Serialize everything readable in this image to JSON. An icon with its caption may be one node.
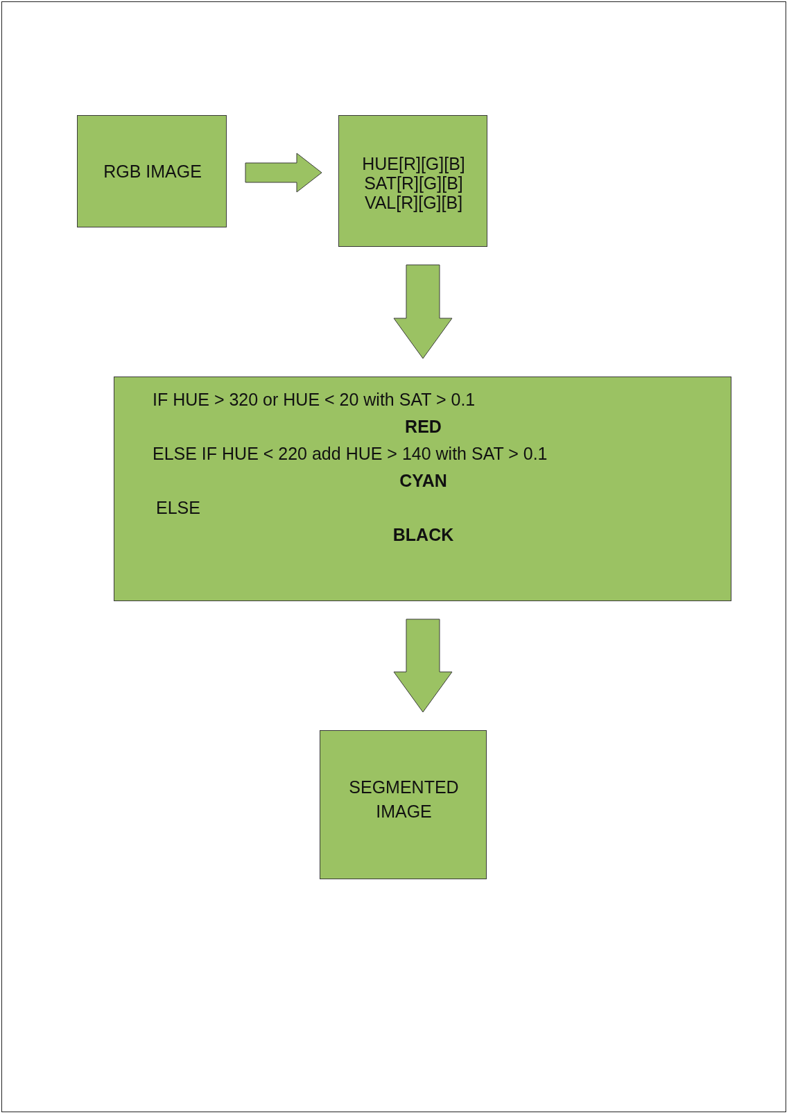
{
  "diagram": {
    "nodes": [
      {
        "text": [
          "RGB IMAGE"
        ]
      },
      {
        "text": [
          "HUE[R][G][B]",
          "SAT[R][G][B]",
          "VAL[R][G][B]"
        ]
      },
      {
        "text": [
          "IF HUE > 320 or HUE < 20 with SAT > 0.1",
          "RED",
          "ELSE IF HUE < 220 add HUE > 140 with SAT > 0.1",
          "CYAN",
          "ELSE",
          "BLACK"
        ]
      },
      {
        "text": [
          "SEGMENTED IMAGE"
        ]
      }
    ],
    "edges": [
      {
        "from": 0,
        "to": 1,
        "arrow": "to"
      },
      {
        "from": 1,
        "to": 2,
        "arrow": "to"
      },
      {
        "from": 2,
        "to": 3,
        "arrow": "to"
      }
    ]
  }
}
